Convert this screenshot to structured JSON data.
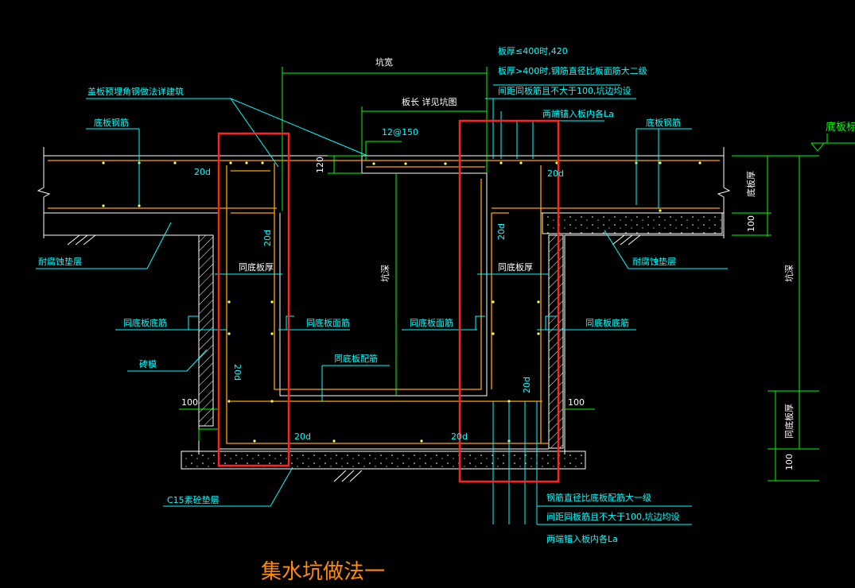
{
  "colors": {
    "background": "#000000",
    "slab": "#ffffff",
    "rebar": "#ffa500",
    "dimension": "#00ff00",
    "leader": "#00ffff",
    "label": "#00ffff",
    "highlight": "#ff2020",
    "title": "#ff8c00"
  },
  "title": "集水坑做法一",
  "labels": {
    "pit_width": "坑宽",
    "plate_length": "板长 详见坑图",
    "rebar_spec": "12@150",
    "dim_120": "120",
    "top_chamfer_note": "盖板预埋角钢做法详建筑",
    "bottom_rebar_left": "底板钢筋",
    "bottom_rebar_right": "底板钢筋",
    "slab_thickness_right": "底板厚",
    "dim_100_right_top": "100",
    "bottom_elev": "底板标",
    "pit_depth_right": "坑深",
    "pit_depth_center": "坑深",
    "waterproof_left": "耐腐蚀垫层",
    "waterproof_right": "耐腐蚀垫层",
    "same_thickness_left": "同底板厚",
    "same_thickness_right": "同底板厚",
    "same_bottom_rebar_left": "同底板底筋",
    "same_top_rebar_left": "同底板面筋",
    "same_top_rebar_right": "同底板面筋",
    "same_bottom_rebar_right": "同底板底筋",
    "brick": "砖模",
    "same_dist_rebar": "同底板配筋",
    "dim_100_left": "100",
    "dim_100_right": "100",
    "same_thickness_bottom": "同底板厚",
    "dim_100_bottom_right": "100",
    "concrete_base": "C15素砼垫层",
    "anchor_20d_1": "20d",
    "anchor_20d_2": "20d",
    "anchor_20d_3": "20d",
    "anchor_20d_4": "20d",
    "anchor_20d_5": "20d",
    "anchor_20d_6": "20d",
    "anchor_20d_7": "20d",
    "anchor_20d_8": "20d",
    "note_top_1": "板厚≤400时,420",
    "note_top_2": "板厚>400时,钢筋直径比板面筋大二级",
    "note_top_3": "间距同板筋且不大于100,坑边均设",
    "note_top_4": "两端锚入板内各La",
    "note_bot_1": "钢筋直径比底板配筋大一级",
    "note_bot_2": "间距同板筋且不大于100,坑边均设",
    "note_bot_3": "两端锚入板内各La"
  }
}
